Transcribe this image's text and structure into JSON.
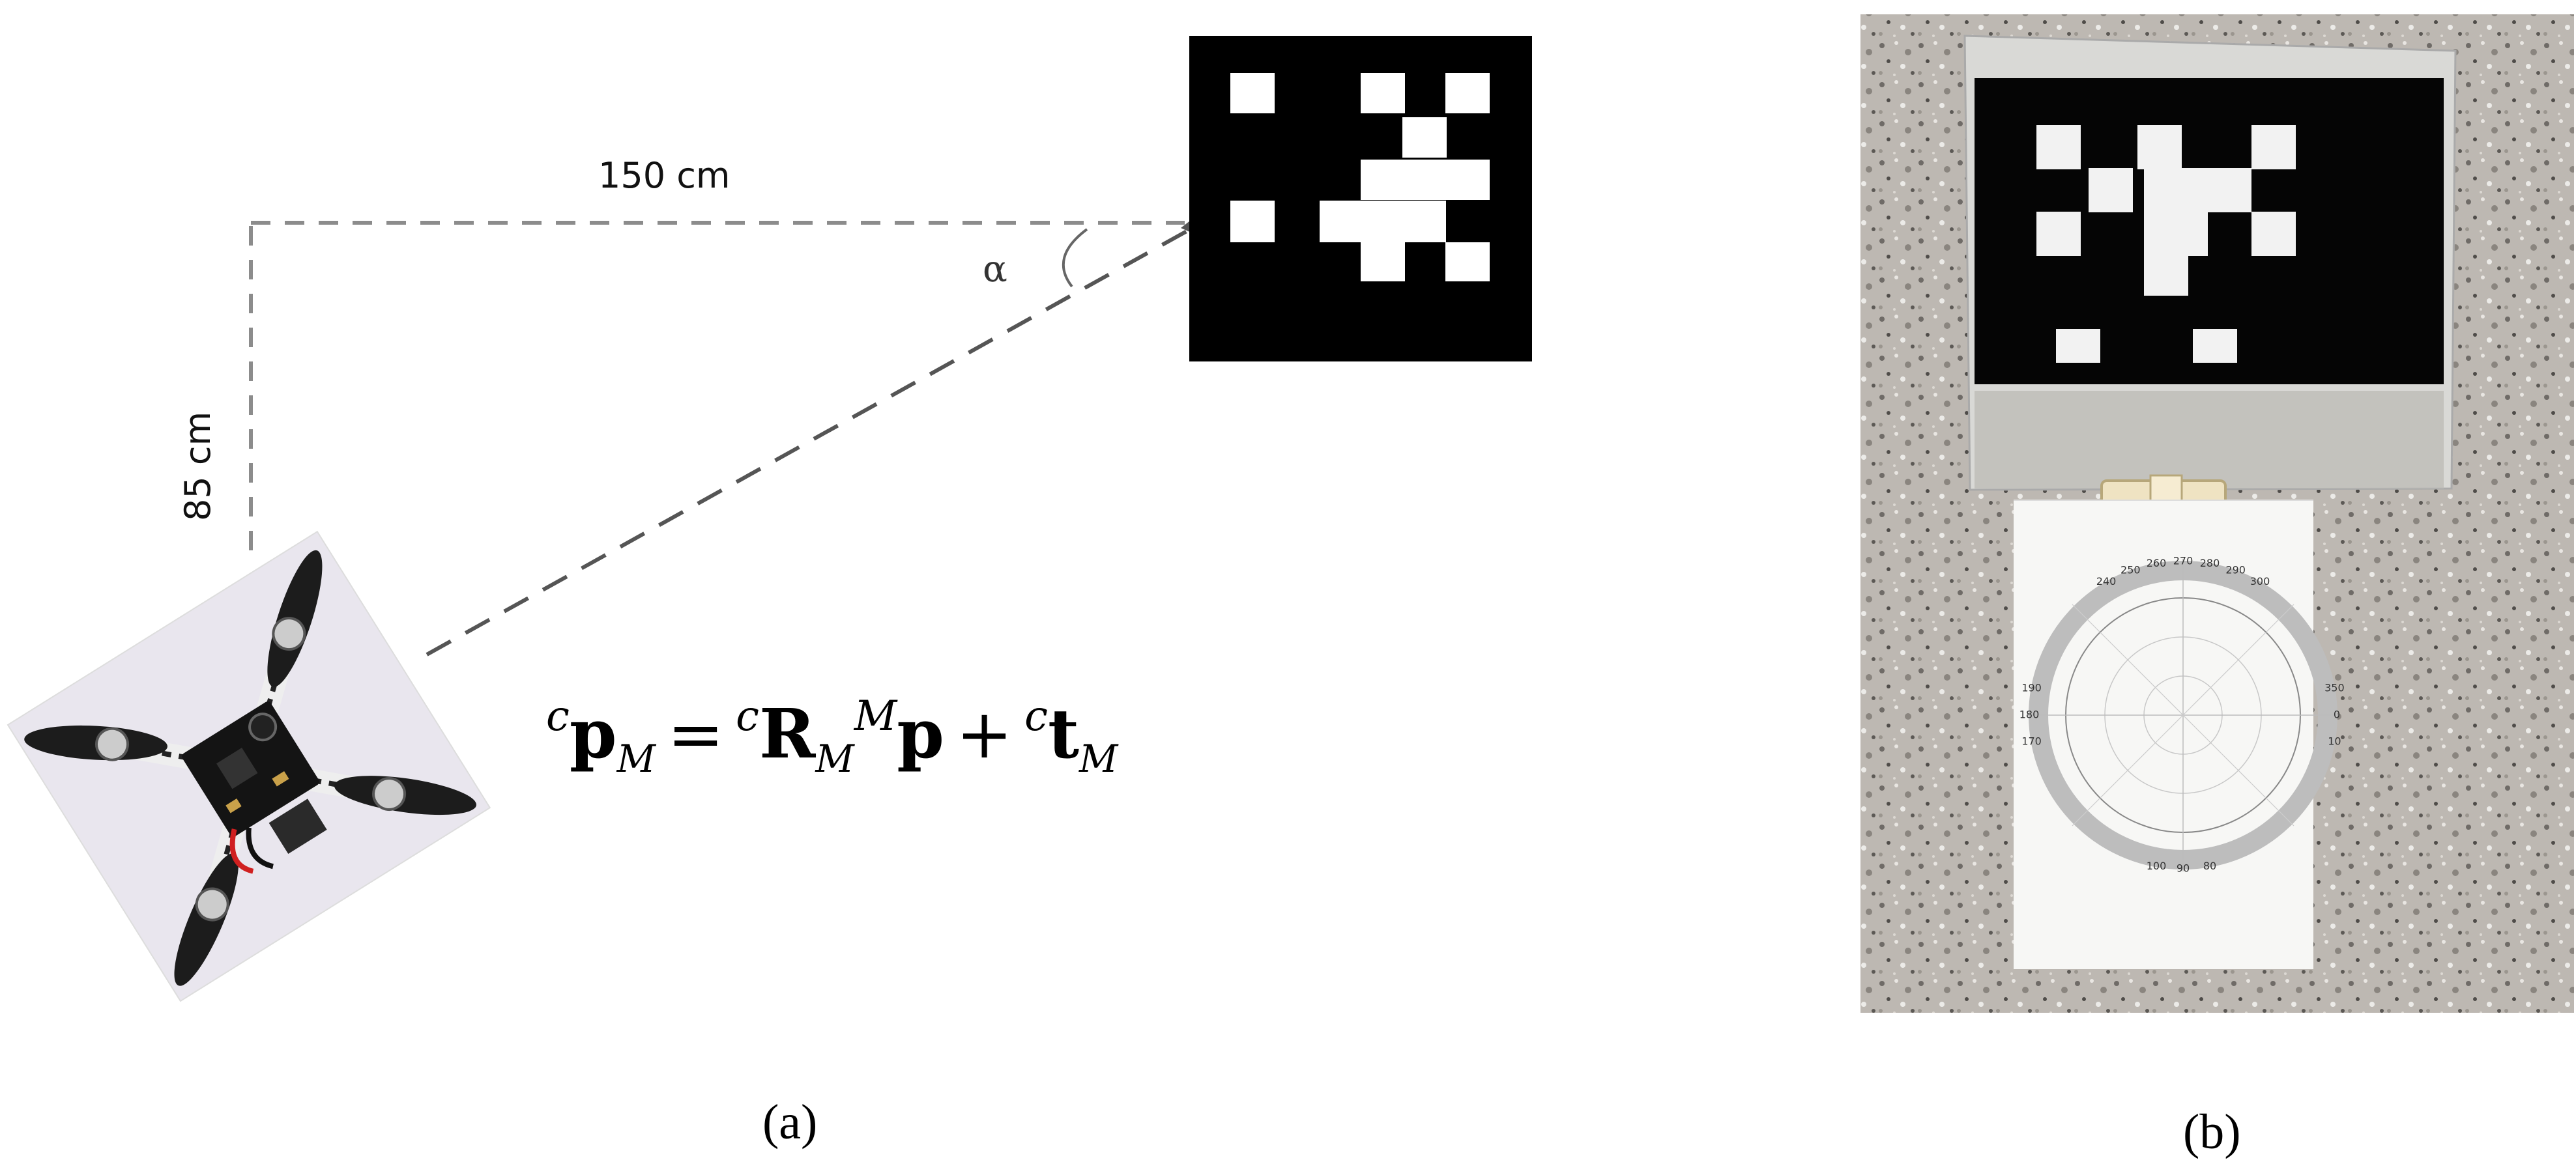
{
  "panel_a": {
    "horizontal_distance": "150 cm",
    "vertical_distance": "85 cm",
    "angle_symbol": "α",
    "equation": {
      "lhs_pre_sup": "c",
      "lhs_symbol": "p",
      "lhs_sub": "M",
      "equals": "=",
      "r_pre_sup": "c",
      "r_symbol": "R",
      "r_sub": "M",
      "p_pre_sup": "M",
      "p_symbol": "p",
      "plus": "+",
      "t_pre_sup": "c",
      "t_symbol": "t",
      "t_sub": "M"
    },
    "caption": "(a)"
  },
  "panel_b": {
    "caption": "(b)",
    "protractor_labels": [
      "270",
      "280",
      "290",
      "300",
      "260",
      "250",
      "240",
      "180",
      "190",
      "170",
      "0",
      "10",
      "350",
      "90",
      "80",
      "100"
    ]
  },
  "colors": {
    "marker_black": "#000000",
    "marker_white": "#ffffff",
    "dashed_line": "#8c8c8c",
    "countertop": "#b9b4ae"
  }
}
